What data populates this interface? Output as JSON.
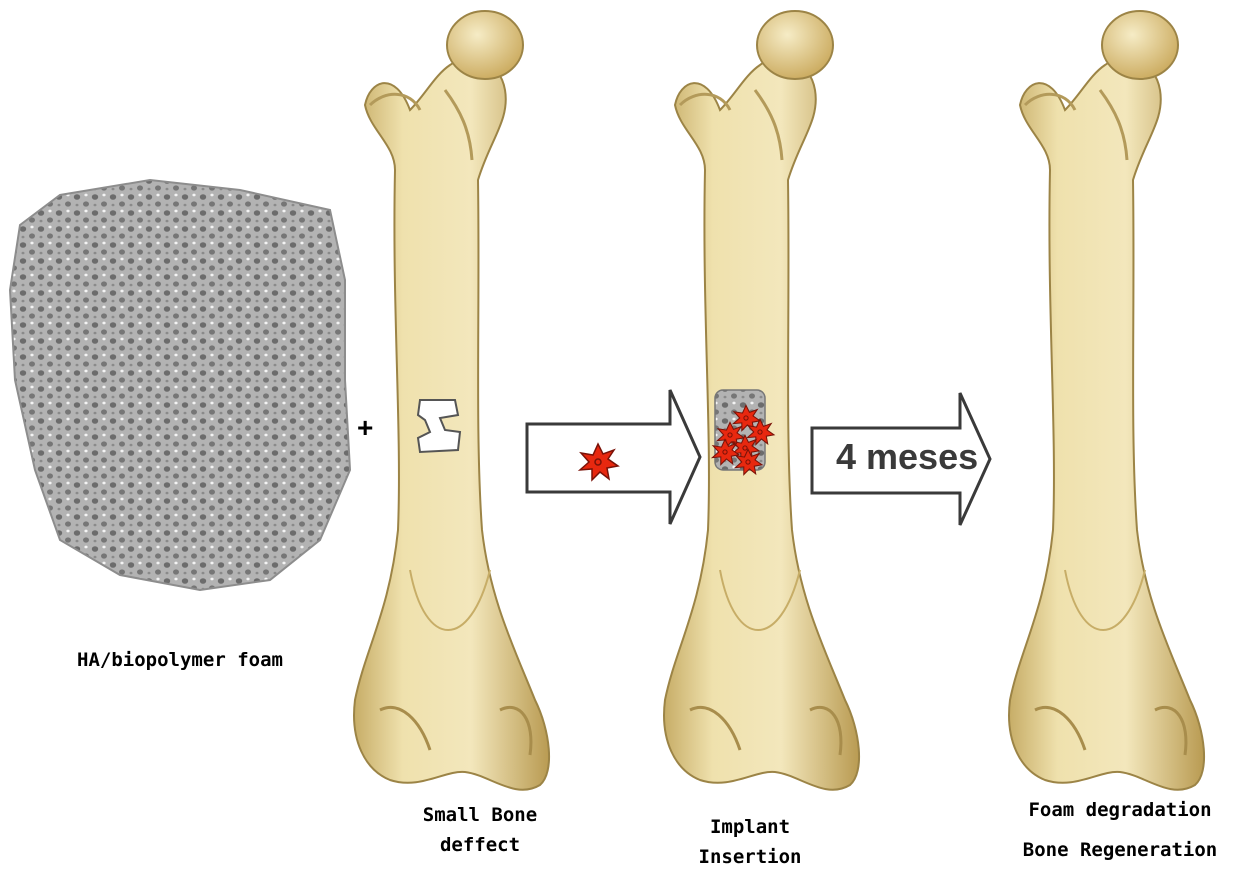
{
  "captions": {
    "foam": "HA/biopolymer foam",
    "defect": [
      "Small Bone",
      "deffect"
    ],
    "implant": [
      "Implant",
      "Insertion"
    ],
    "regen": [
      "Foam degradation",
      "Bone Regeneration"
    ]
  },
  "plus_sign": "+",
  "arrow_label": "4 meses",
  "colors": {
    "bone_fill": "#e9d9a2",
    "bone_shade": "#c9b06a",
    "bone_edge": "#9c8446",
    "foam": "#a4a4a4",
    "cell": "#e8280f"
  },
  "icons": [
    "porous-foam-block",
    "femur-bone",
    "bone-defect-gap",
    "cell-star-icon",
    "implant-plug",
    "right-arrow"
  ]
}
